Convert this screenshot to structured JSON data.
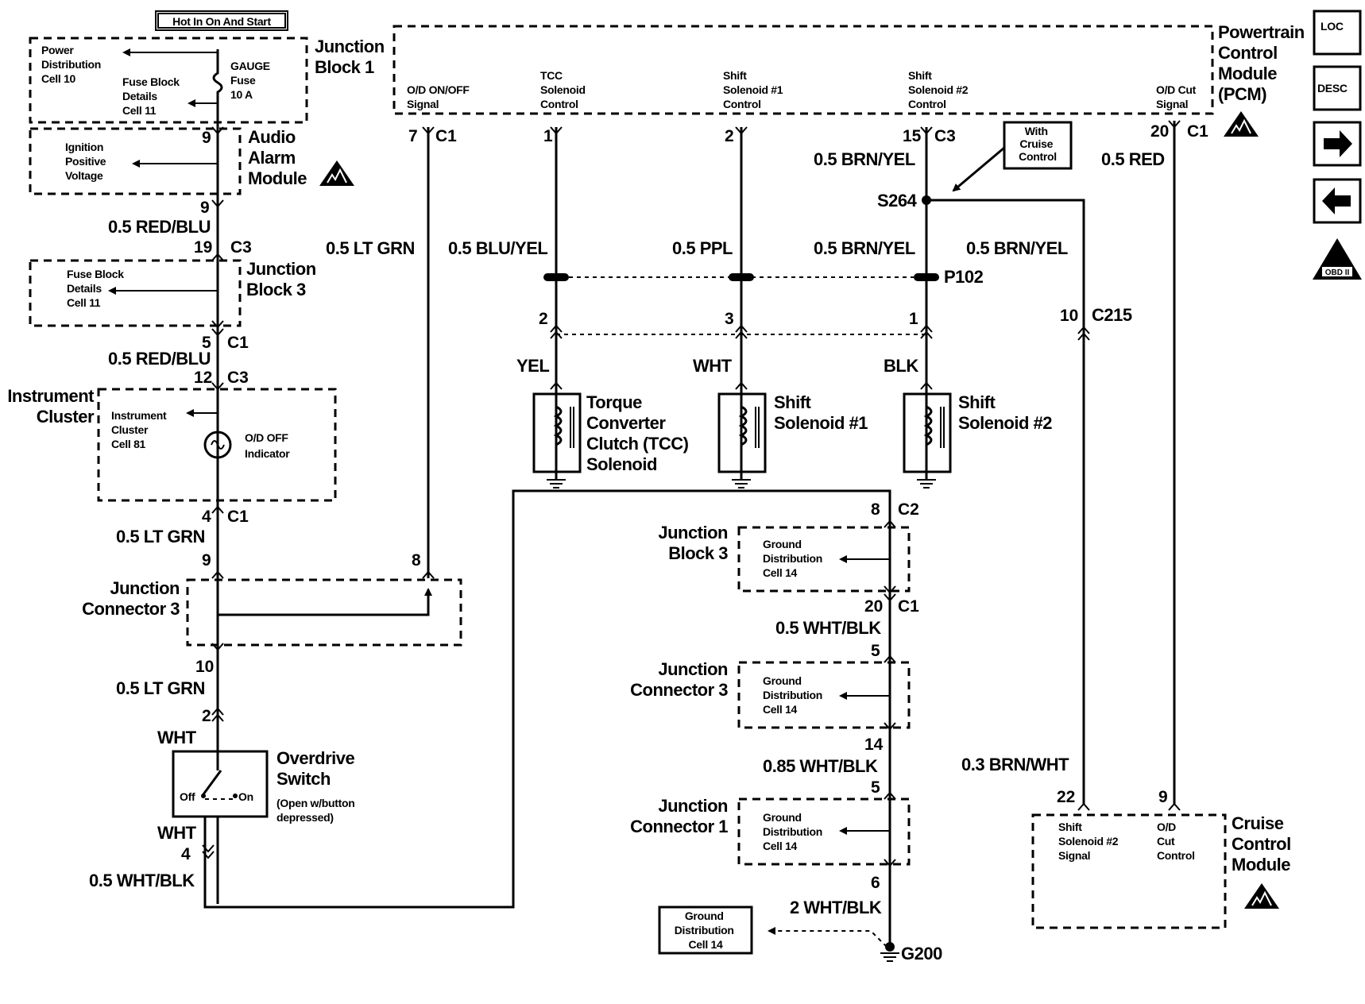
{
  "header": {
    "hot_label": "Hot In On And Start"
  },
  "pcm": {
    "name": [
      "Powertrain",
      "Control",
      "Module",
      "(PCM)"
    ],
    "signals": [
      {
        "lines": [
          "O/D ON/OFF",
          "Signal"
        ]
      },
      {
        "lines": [
          "TCC",
          "Solenoid",
          "Control"
        ]
      },
      {
        "lines": [
          "Shift",
          "Solenoid #1",
          "Control"
        ]
      },
      {
        "lines": [
          "Shift",
          "Solenoid #2",
          "Control"
        ]
      },
      {
        "lines": [
          "O/D Cut",
          "Signal"
        ]
      }
    ]
  },
  "nav": {
    "loc": "LOC",
    "desc": "DESC",
    "esd": "OBD II"
  },
  "jb1": {
    "name": [
      "Junction",
      "Block 1"
    ],
    "pdist": [
      "Power",
      "Distribution",
      "Cell 10"
    ],
    "fusedet": [
      "Fuse Block",
      "Details",
      "Cell 11"
    ],
    "fuse": [
      "GAUGE",
      "Fuse",
      "10 A"
    ]
  },
  "aam": {
    "name": [
      "Audio",
      "Alarm",
      "Module"
    ],
    "ign": [
      "Ignition",
      "Positive",
      "Voltage"
    ],
    "pin_top": "9",
    "pin_bot": "9"
  },
  "jb3": {
    "name": [
      "Junction",
      "Block 3"
    ],
    "details": [
      "Fuse Block",
      "Details",
      "Cell 11"
    ],
    "pin_top": "19",
    "conn_top": "C3",
    "pin_bot": "5",
    "conn_bot": "C1"
  },
  "ic": {
    "name": [
      "Instrument",
      "Cluster"
    ],
    "cell": [
      "Instrument",
      "Cluster",
      "Cell 81"
    ],
    "ind": [
      "O/D OFF",
      "Indicator"
    ],
    "pin_top": "12",
    "conn_top": "C3",
    "pin_bot": "4",
    "conn_bot": "C1"
  },
  "jc3_left": {
    "name": [
      "Junction",
      "Connector 3"
    ],
    "pin_a": "9",
    "pin_b": "8",
    "pin_c": "10"
  },
  "ods": {
    "name": [
      "Overdrive",
      "Switch"
    ],
    "note": [
      "(Open w/button",
      "depressed)"
    ],
    "off": "Off",
    "on": "On",
    "pin_top": "2",
    "pin_bot": "4",
    "wire_top": "WHT",
    "wire_bot": "WHT"
  },
  "wires": {
    "red_blu_1": "0.5 RED/BLU",
    "red_blu_2": "0.5 RED/BLU",
    "lt_grn_a": "0.5 LT GRN",
    "lt_grn_b": "0.5 LT GRN",
    "lt_grn_c": "0.5 LT GRN",
    "wht_blk_sw": "0.5 WHT/BLK",
    "blu_yel": "0.5 BLU/YEL",
    "ppl": "0.5 PPL",
    "brn_yel_top": "0.5 BRN/YEL",
    "brn_yel_mid": "0.5 BRN/YEL",
    "brn_yel_right": "0.5 BRN/YEL",
    "red": "0.5 RED",
    "brn_wht": "0.3 BRN/WHT",
    "yel": "YEL",
    "wht": "WHT",
    "blk": "BLK",
    "wht_blk_a": "0.5 WHT/BLK",
    "wht_blk_b": "0.85 WHT/BLK",
    "wht_blk_c": "2 WHT/BLK"
  },
  "pcm_pins": {
    "p7": "7",
    "c1a": "C1",
    "p1": "1",
    "p2": "2",
    "p15": "15",
    "c3": "C3",
    "p20": "20",
    "c1b": "C1"
  },
  "splice": {
    "s264": "S264",
    "cruise": [
      "With",
      "Cruise",
      "Control"
    ]
  },
  "p102": {
    "name": "P102",
    "pin_tcc": "2",
    "pin_s1": "3",
    "pin_s2": "1"
  },
  "c215": {
    "pin": "10",
    "name": "C215"
  },
  "sol": {
    "tcc": [
      "Torque",
      "Converter",
      "Clutch (TCC)",
      "Solenoid"
    ],
    "s1": [
      "Shift",
      "Solenoid #1"
    ],
    "s2": [
      "Shift",
      "Solenoid #2"
    ]
  },
  "gnd": {
    "jb3_name": [
      "Junction",
      "Block 3"
    ],
    "jc3_name": [
      "Junction",
      "Connector 3"
    ],
    "jc1_name": [
      "Junction",
      "Connector 1"
    ],
    "cell": [
      "Ground",
      "Distribution",
      "Cell 14"
    ],
    "p8": "8",
    "c2": "C2",
    "p20": "20",
    "c1": "C1",
    "p5a": "5",
    "p14": "14",
    "p5b": "5",
    "p6": "6",
    "g200": "G200"
  },
  "gd_box": [
    "Ground",
    "Distribution",
    "Cell 14"
  ],
  "ccm": {
    "name": [
      "Cruise",
      "Control",
      "Module"
    ],
    "sig1": [
      "Shift",
      "Solenoid #2",
      "Signal"
    ],
    "sig2": [
      "O/D",
      "Cut",
      "Control"
    ],
    "pin_a": "22",
    "pin_b": "9"
  }
}
